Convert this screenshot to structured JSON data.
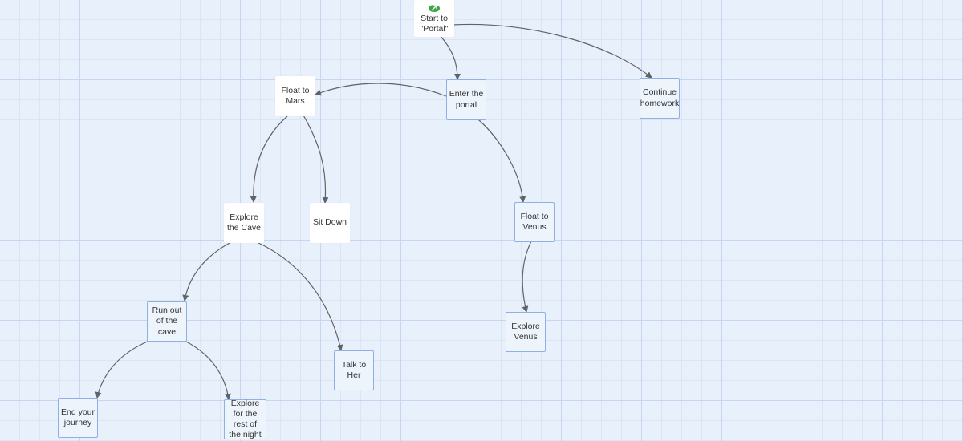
{
  "nodes": {
    "start": {
      "label": "Start to\n\"Portal\""
    },
    "enter_portal": {
      "label": "Enter the\nportal"
    },
    "continue_homework": {
      "label": "Continue\nhomework"
    },
    "float_mars": {
      "label": "Float to\nMars"
    },
    "explore_cave": {
      "label": "Explore\nthe Cave"
    },
    "sit_down": {
      "label": "Sit Down"
    },
    "float_venus": {
      "label": "Float to\nVenus"
    },
    "explore_venus": {
      "label": "Explore\nVenus"
    },
    "run_out": {
      "label": "Run out\nof the\ncave"
    },
    "talk_her": {
      "label": "Talk to\nHer"
    },
    "end_journey": {
      "label": "End your\njourney"
    },
    "explore_night": {
      "label": "Explore\nfor the\nrest of\nthe night"
    }
  },
  "colors": {
    "node_border": "#8fb0e3",
    "node_fill": "#eef4fc",
    "edge": "#5f6368",
    "start_icon": "#3aa847"
  }
}
